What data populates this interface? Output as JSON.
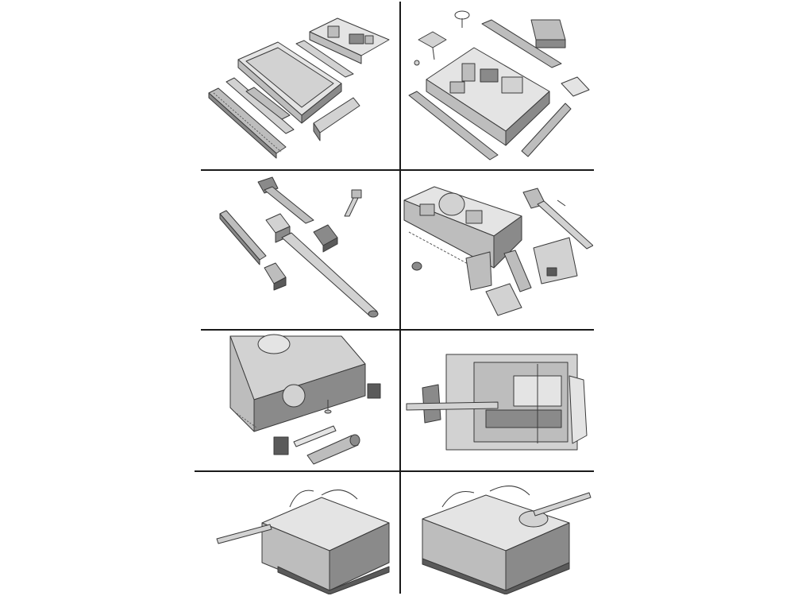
{
  "sheet": {
    "panels": [
      {
        "id": "hull-floor-parts",
        "row": 1,
        "col": 1
      },
      {
        "id": "hull-interior-parts",
        "row": 1,
        "col": 2
      },
      {
        "id": "gun-parts",
        "row": 2,
        "col": 1
      },
      {
        "id": "gun-and-superstructure-plates",
        "row": 2,
        "col": 2
      },
      {
        "id": "rear-hull-parts",
        "row": 3,
        "col": 1
      },
      {
        "id": "top-view-interior",
        "row": 3,
        "col": 2
      },
      {
        "id": "finished-vehicle-left",
        "row": 4,
        "col": 1
      },
      {
        "id": "finished-vehicle-right",
        "row": 4,
        "col": 2
      }
    ],
    "colors": {
      "light": "#e4e4e4",
      "mid": "#bdbdbd",
      "dark": "#8a8a8a",
      "outline": "#3a3a3a",
      "divider": "#1a1a1a"
    }
  }
}
